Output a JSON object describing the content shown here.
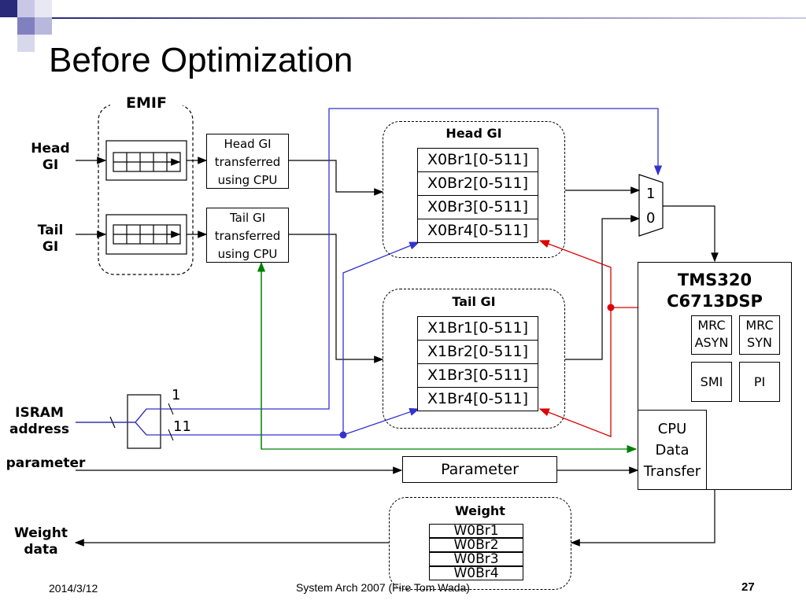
{
  "slide": {
    "title": "Before Optimization",
    "page_number": "27"
  },
  "footer": {
    "date": "2014/3/12",
    "center": "System Arch 2007  (Fire Tom Wada)"
  },
  "emif": {
    "title": "EMIF"
  },
  "inputs": {
    "head_gi": [
      "Head",
      "GI"
    ],
    "tail_gi": [
      "Tail",
      "GI"
    ],
    "isram": [
      "ISRAM",
      "address"
    ],
    "parameter": "parameter",
    "weight_data": [
      "Weight",
      "data"
    ]
  },
  "cpu_boxes": {
    "head": [
      "Head GI",
      "transferred",
      "using CPU"
    ],
    "tail": [
      "Tail GI",
      "transferred",
      "using CPU"
    ]
  },
  "head_group": {
    "title": "Head GI",
    "registers": [
      "X0Br1[0-511]",
      "X0Br2[0-511]",
      "X0Br3[0-511]",
      "X0Br4[0-511]"
    ]
  },
  "tail_group": {
    "title": "Tail GI",
    "registers": [
      "X1Br1[0-511]",
      "X1Br2[0-511]",
      "X1Br3[0-511]",
      "X1Br4[0-511]"
    ]
  },
  "weight_group": {
    "title": "Weight",
    "registers": [
      "W0Br1",
      "W0Br2",
      "W0Br3",
      "W0Br4"
    ]
  },
  "mux": {
    "in1": "1",
    "in0": "0"
  },
  "dsp": {
    "title": [
      "TMS320",
      "C6713DSP"
    ],
    "blocks": {
      "mrc_asyn": [
        "MRC",
        "ASYN"
      ],
      "mrc_syn": [
        "MRC",
        "SYN"
      ],
      "smi": "SMI",
      "pi": "PI"
    },
    "cpu_data_transfer": [
      "CPU",
      "Data",
      "Transfer"
    ]
  },
  "parameter_box": "Parameter",
  "splitter": {
    "out_top": "1",
    "out_bottom": "11"
  },
  "colors": {
    "blue": "#3333cc",
    "red": "#dd0000",
    "green": "#008000",
    "deco_blue": "#3b3b98"
  }
}
